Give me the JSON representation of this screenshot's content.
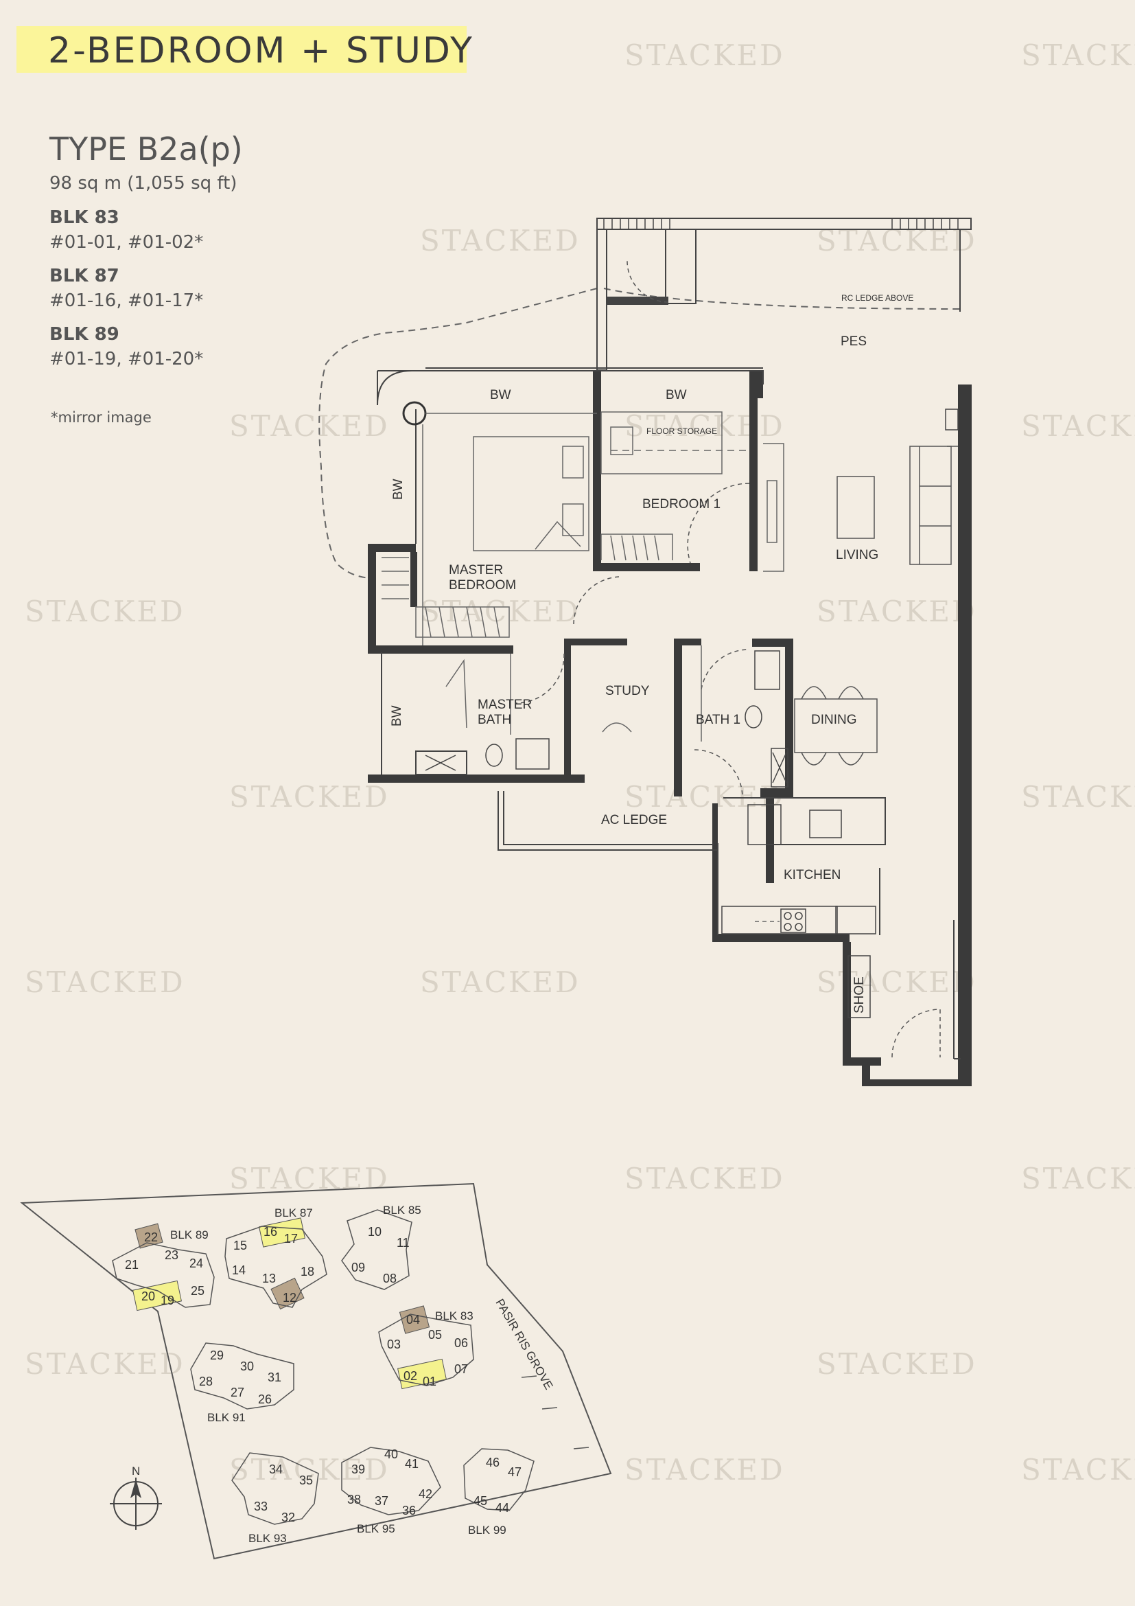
{
  "header": {
    "title": "2-BEDROOM + STUDY"
  },
  "unit": {
    "type": "TYPE B2a(p)",
    "area": "98 sq m (1,055 sq ft)",
    "blocks": [
      {
        "label": "BLK 83",
        "units": "#01-01, #01-02*"
      },
      {
        "label": "BLK 87",
        "units": "#01-16, #01-17*"
      },
      {
        "label": "BLK 89",
        "units": "#01-19, #01-20*"
      }
    ],
    "note": "*mirror image"
  },
  "watermark": "STACKED",
  "floorplan": {
    "rc_ledge": "RC LEDGE ABOVE",
    "pes": "PES",
    "bw": "BW",
    "floor_storage": "FLOOR STORAGE",
    "bedroom1": "BEDROOM 1",
    "living": "LIVING",
    "master_bedroom_1": "MASTER",
    "master_bedroom_2": "BEDROOM",
    "master_bath_1": "MASTER",
    "master_bath_2": "BATH",
    "study": "STUDY",
    "bath1": "BATH 1",
    "dining": "DINING",
    "ac_ledge": "AC LEDGE",
    "kitchen": "KITCHEN",
    "shoe": "SHOE"
  },
  "site_plan": {
    "road": "PASIR RIS GROVE",
    "north": "N",
    "blocks": {
      "b89": "BLK 89",
      "b87": "BLK 87",
      "b85": "BLK 85",
      "b83": "BLK 83",
      "b91": "BLK 91",
      "b93": "BLK 93",
      "b95": "BLK 95",
      "b99": "BLK 99"
    },
    "units": {
      "u22": "22",
      "u23": "23",
      "u24": "24",
      "u21": "21",
      "u25": "25",
      "u20": "20",
      "u19": "19",
      "u16": "16",
      "u17": "17",
      "u15": "15",
      "u14": "14",
      "u13": "13",
      "u18": "18",
      "u12": "12",
      "u10": "10",
      "u11": "11",
      "u09": "09",
      "u08": "08",
      "u04": "04",
      "u05": "05",
      "u06": "06",
      "u03": "03",
      "u07": "07",
      "u02": "02",
      "u01": "01",
      "u29": "29",
      "u30": "30",
      "u31": "31",
      "u28": "28",
      "u27": "27",
      "u26": "26",
      "u34": "34",
      "u35": "35",
      "u33": "33",
      "u32": "32",
      "u40": "40",
      "u39": "39",
      "u41": "41",
      "u38": "38",
      "u37": "37",
      "u42": "42",
      "u36": "36",
      "u46": "46",
      "u47": "47",
      "u45": "45",
      "u44": "44"
    }
  }
}
